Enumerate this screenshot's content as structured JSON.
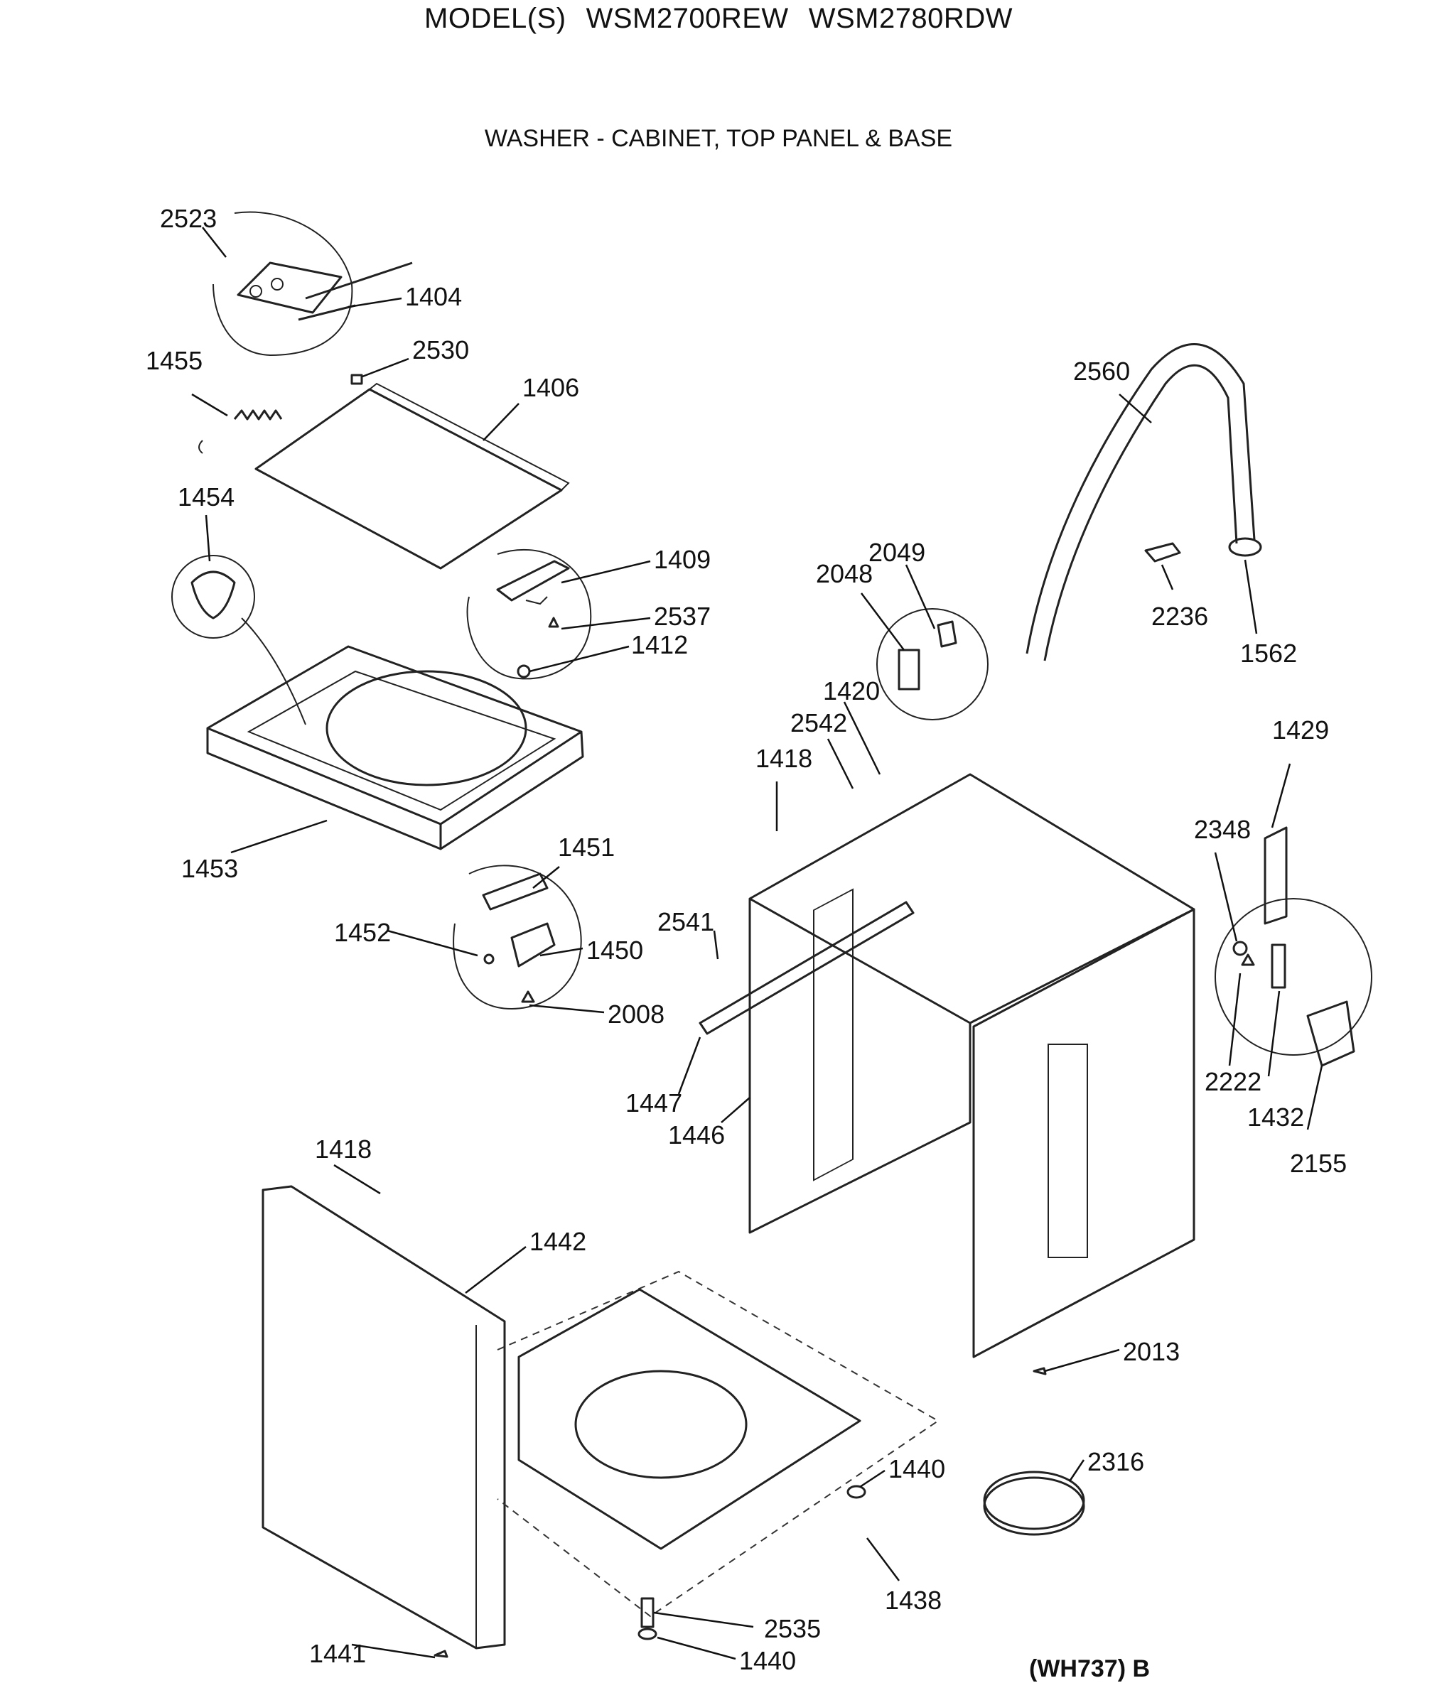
{
  "header": {
    "prefix": "MODEL(S)",
    "models": [
      "WSM2700REW",
      "WSM2780RDW"
    ],
    "subtitle": "WASHER - CABINET, TOP PANEL & BASE"
  },
  "callouts": [
    {
      "id": "2523"
    },
    {
      "id": "1404"
    },
    {
      "id": "1455"
    },
    {
      "id": "2530"
    },
    {
      "id": "1406"
    },
    {
      "id": "1454"
    },
    {
      "id": "1409"
    },
    {
      "id": "2537"
    },
    {
      "id": "1412"
    },
    {
      "id": "1453"
    },
    {
      "id": "1451"
    },
    {
      "id": "1452"
    },
    {
      "id": "1450"
    },
    {
      "id": "2008"
    },
    {
      "id": "2560"
    },
    {
      "id": "2236"
    },
    {
      "id": "1562"
    },
    {
      "id": "2049"
    },
    {
      "id": "2048"
    },
    {
      "id": "1420"
    },
    {
      "id": "2542"
    },
    {
      "id": "1418"
    },
    {
      "id": "2541"
    },
    {
      "id": "1447"
    },
    {
      "id": "1446"
    },
    {
      "id": "1429"
    },
    {
      "id": "2348"
    },
    {
      "id": "2222"
    },
    {
      "id": "1432"
    },
    {
      "id": "2155"
    },
    {
      "id": "1418"
    },
    {
      "id": "1442"
    },
    {
      "id": "2013"
    },
    {
      "id": "1440"
    },
    {
      "id": "2316"
    },
    {
      "id": "1438"
    },
    {
      "id": "2535"
    },
    {
      "id": "1440"
    },
    {
      "id": "1441"
    }
  ],
  "drawing_code": "(WH737) B"
}
